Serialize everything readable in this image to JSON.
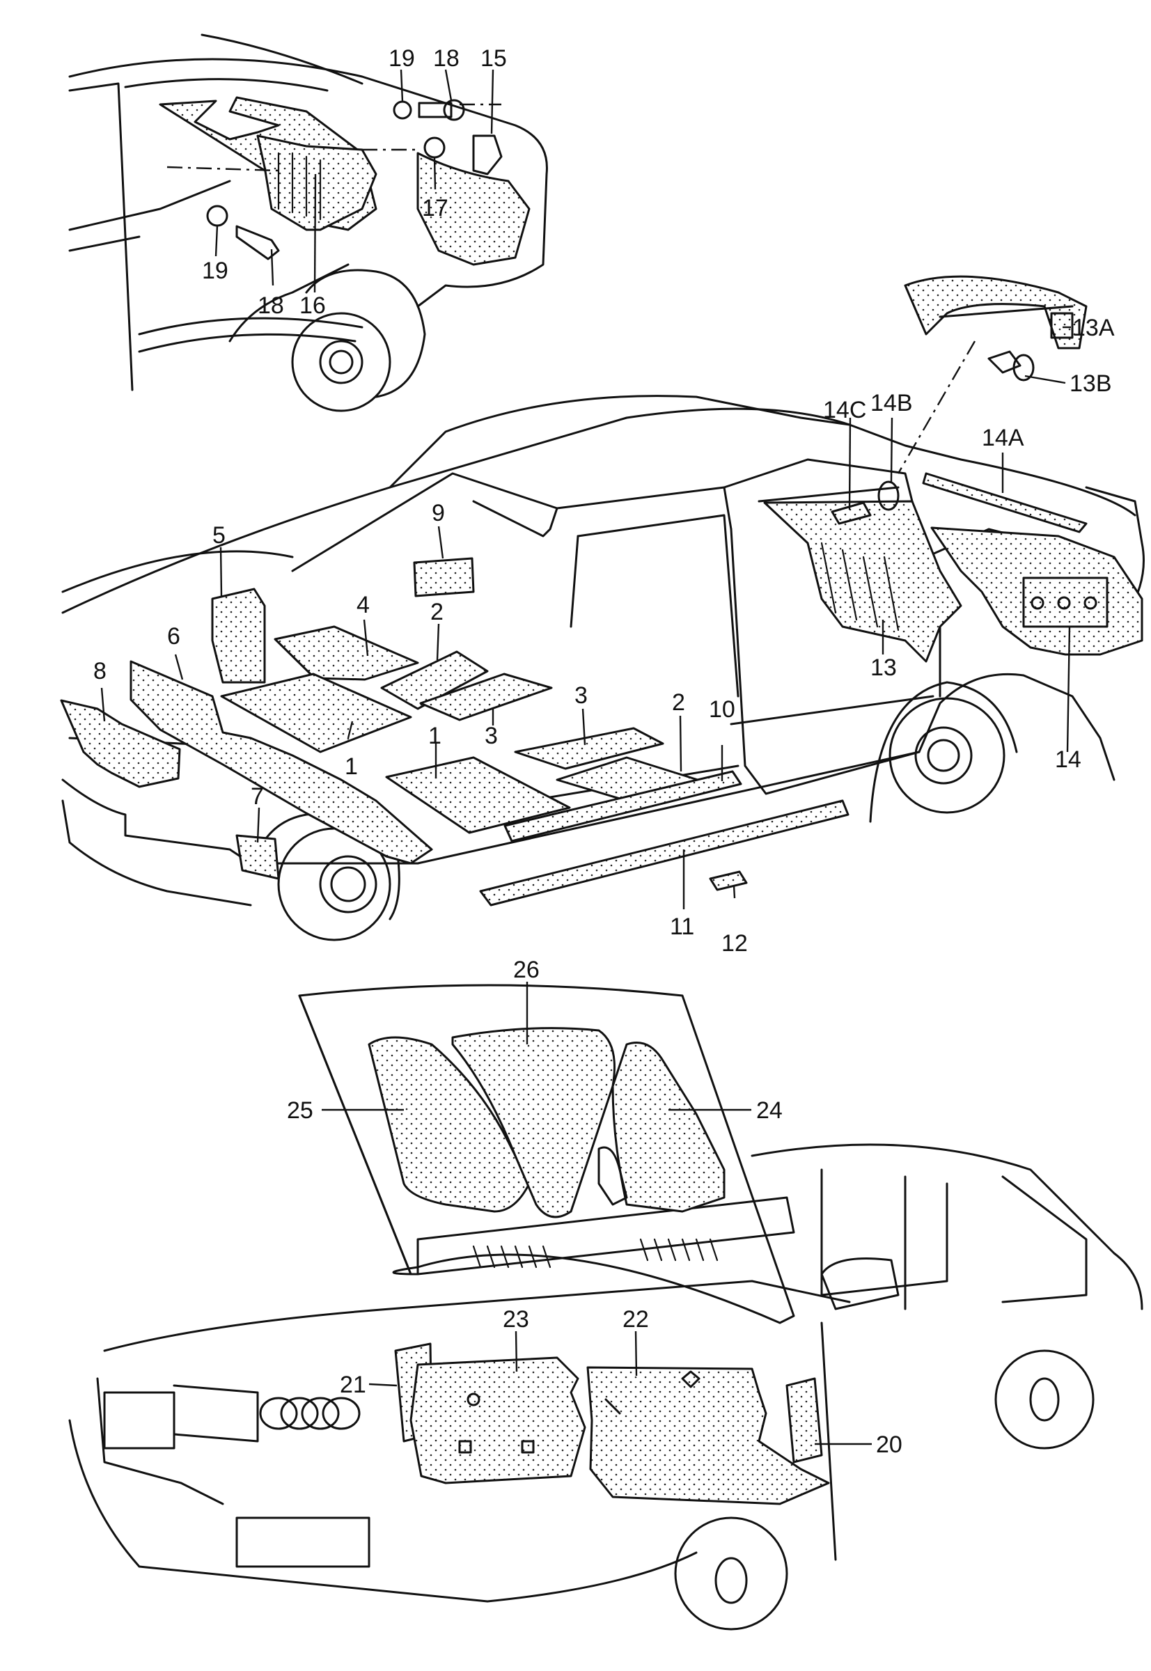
{
  "callouts": {
    "c1a": "1",
    "c1b": "1",
    "c2a": "2",
    "c2b": "2",
    "c3a": "3",
    "c3b": "3",
    "c3c": "3",
    "c4": "4",
    "c5": "5",
    "c6": "6",
    "c7": "7",
    "c8": "8",
    "c9": "9",
    "c10": "10",
    "c11": "11",
    "c12": "12",
    "c13": "13",
    "c13a": "13A",
    "c13b": "13B",
    "c14": "14",
    "c14a": "14A",
    "c14b": "14B",
    "c14c": "14C",
    "c15": "15",
    "c16": "16",
    "c17": "17",
    "c18a": "18",
    "c18b": "18",
    "c19a": "19",
    "c19b": "19",
    "c20": "20",
    "c21": "21",
    "c22": "22",
    "c23": "23",
    "c24": "24",
    "c25": "25",
    "c26": "26"
  }
}
